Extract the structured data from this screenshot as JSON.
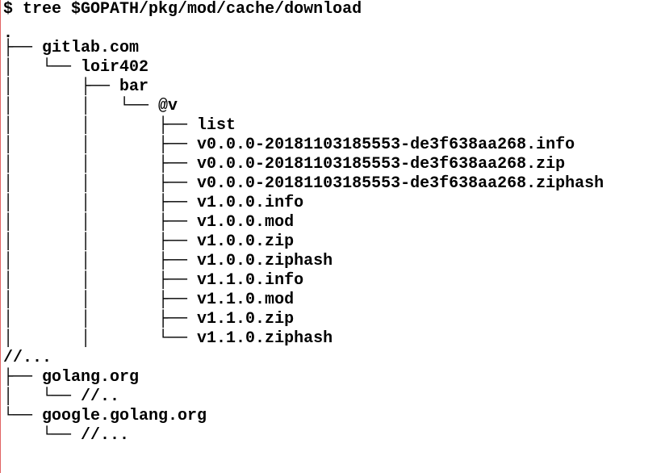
{
  "command": {
    "prompt": "$ ",
    "text": "tree $GOPATH/pkg/mod/cache/download"
  },
  "tree": [
    {
      "prefix": ".",
      "name": ""
    },
    {
      "prefix": "├── ",
      "name": "gitlab.com"
    },
    {
      "prefix": "│   └── ",
      "name": "loir402"
    },
    {
      "prefix": "│       ├── ",
      "name": "bar"
    },
    {
      "prefix": "│       │   └── ",
      "name": "@v"
    },
    {
      "prefix": "│       │       ├── ",
      "name": "list"
    },
    {
      "prefix": "│       │       ├── ",
      "name": "v0.0.0-20181103185553-de3f638aa268.info"
    },
    {
      "prefix": "│       │       ├── ",
      "name": "v0.0.0-20181103185553-de3f638aa268.zip"
    },
    {
      "prefix": "│       │       ├── ",
      "name": "v0.0.0-20181103185553-de3f638aa268.ziphash"
    },
    {
      "prefix": "│       │       ├── ",
      "name": "v1.0.0.info"
    },
    {
      "prefix": "│       │       ├── ",
      "name": "v1.0.0.mod"
    },
    {
      "prefix": "│       │       ├── ",
      "name": "v1.0.0.zip"
    },
    {
      "prefix": "│       │       ├── ",
      "name": "v1.0.0.ziphash"
    },
    {
      "prefix": "│       │       ├── ",
      "name": "v1.1.0.info"
    },
    {
      "prefix": "│       │       ├── ",
      "name": "v1.1.0.mod"
    },
    {
      "prefix": "│       │       ├── ",
      "name": "v1.1.0.zip"
    },
    {
      "prefix": "│       │       └── ",
      "name": "v1.1.0.ziphash"
    },
    {
      "prefix": "",
      "name": "//..."
    },
    {
      "prefix": "├── ",
      "name": "golang.org"
    },
    {
      "prefix": "│   └── ",
      "name": "//.."
    },
    {
      "prefix": "└── ",
      "name": "google.golang.org"
    },
    {
      "prefix": "    └── ",
      "name": "//..."
    }
  ]
}
